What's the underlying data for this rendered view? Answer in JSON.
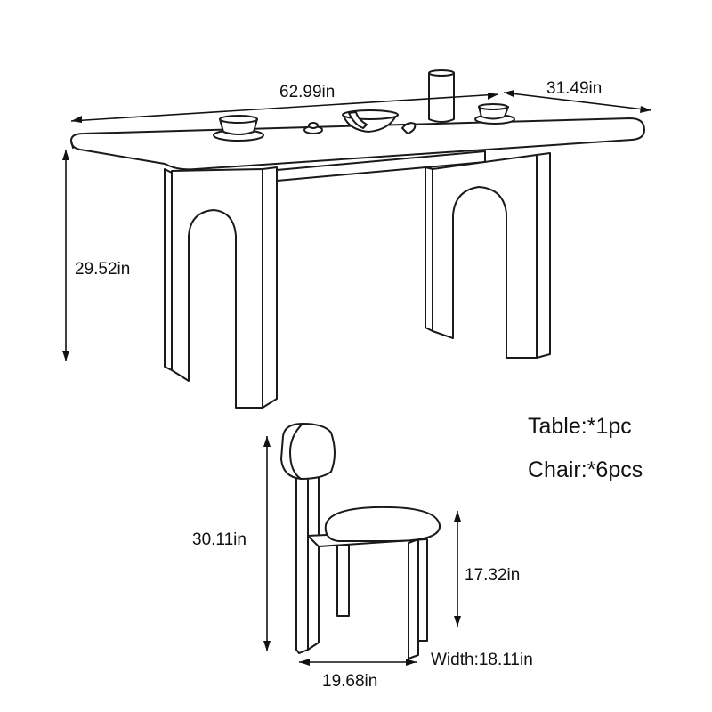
{
  "table": {
    "length_label": "62.99in",
    "width_label": "31.49in",
    "height_label": "29.52in"
  },
  "chair": {
    "height_label": "30.11in",
    "seat_height_label": "17.32in",
    "depth_label": "19.68in",
    "width_label": "Width:18.11in"
  },
  "quantities": {
    "table": "Table:*1pc",
    "chair": "Chair:*6pcs"
  },
  "colors": {
    "line": "#1a1a1a",
    "background": "#ffffff"
  }
}
